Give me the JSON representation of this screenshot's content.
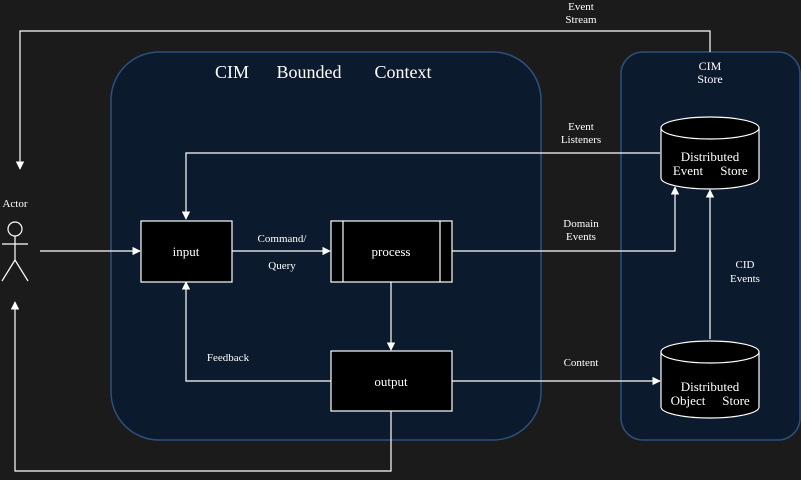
{
  "contexts": {
    "bounded": {
      "words": [
        "CIM",
        "Bounded",
        "Context"
      ]
    },
    "store": {
      "lines": [
        "CIM",
        "Store"
      ]
    }
  },
  "nodes": {
    "actor": "Actor",
    "input": "input",
    "process": "process",
    "output": "output",
    "event_store": [
      "Distributed",
      "Event",
      "Store"
    ],
    "object_store": [
      "Distributed",
      "Object",
      "Store"
    ]
  },
  "edges": {
    "event_stream": [
      "Event",
      "Stream"
    ],
    "event_listeners": [
      "Event",
      "Listeners"
    ],
    "command": "Command/",
    "query": "Query",
    "domain_events": [
      "Domain",
      "Events"
    ],
    "feedback": "Feedback",
    "content": "Content",
    "cid_events": [
      "CID",
      "Events"
    ]
  },
  "colors": {
    "background": "#1b1b1b",
    "context_fill": "#0c1a2e",
    "context_border": "#2c4f7e",
    "node_fill": "#000000",
    "line": "#ffffff"
  }
}
